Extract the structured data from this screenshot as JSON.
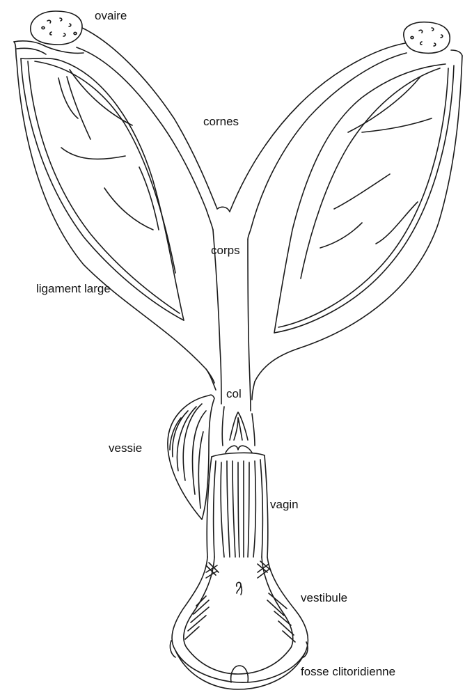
{
  "labels": {
    "ovaire": "ovaire",
    "cornes": "cornes",
    "corps": "corps",
    "ligament_large": "ligament large",
    "col": "col",
    "vessie": "vessie",
    "vagin": "vagin",
    "vestibule": "vestibule",
    "fosse_clitoridienne": "fosse clitoridienne"
  },
  "colors": {
    "ink": "#1a1a1a",
    "background": "#ffffff"
  }
}
